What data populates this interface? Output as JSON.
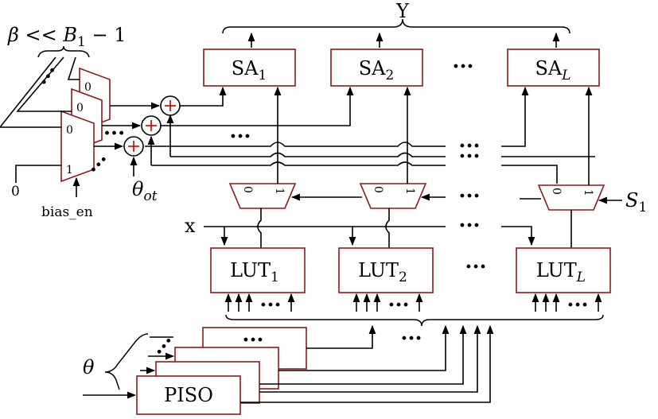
{
  "output_label": "Y",
  "sa_labels": [
    {
      "name": "SA",
      "sub": "1"
    },
    {
      "name": "SA",
      "sub": "2"
    },
    {
      "name": "SA",
      "sub": "L"
    }
  ],
  "lut_labels": [
    {
      "name": "LUT",
      "sub": "1"
    },
    {
      "name": "LUT",
      "sub": "2"
    },
    {
      "name": "LUT",
      "sub": "L"
    }
  ],
  "piso_label": "PISO",
  "beta_label": "β << B",
  "beta_sub": "1",
  "beta_suffix": " − 1",
  "theta_label": "θ",
  "theta_ot_label": "θ",
  "theta_ot_sub": "ot",
  "bias_en_label": "bias_en",
  "x_label": "x",
  "s1_label": "S",
  "s1_sub": "1",
  "mux_zero": "0",
  "mux_one": "1",
  "const_zero": "0",
  "plus_sign": "+",
  "ellipsis": "···",
  "colors": {
    "box_stroke": "#8b1a1a",
    "plus": "#c00000",
    "wire": "#000000"
  }
}
